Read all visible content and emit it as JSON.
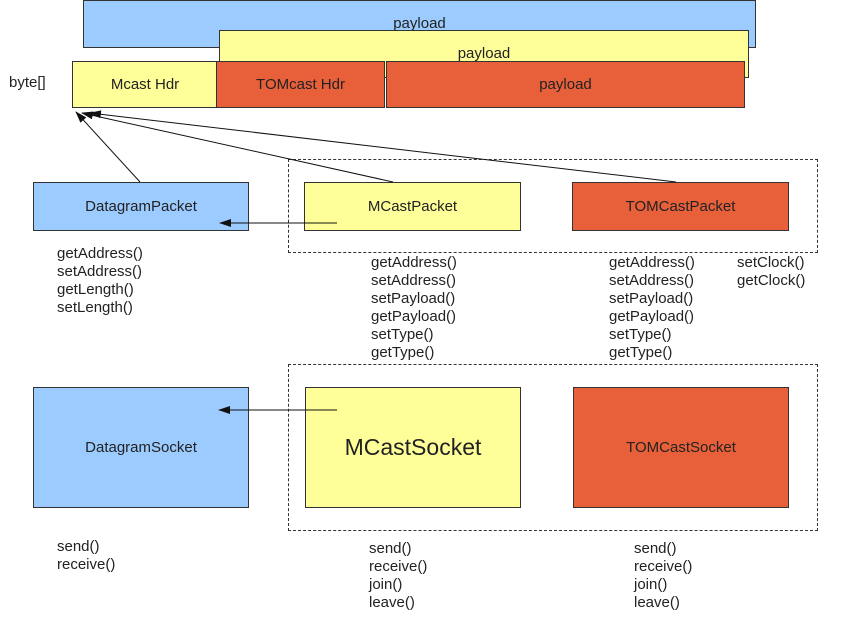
{
  "diagram": {
    "byte_array_label": "byte[]",
    "packet_layers": {
      "top_payload": "payload",
      "mid_payload": "payload",
      "mcast_hdr": "Mcast Hdr",
      "tomcast_hdr": "TOMcast Hdr",
      "bottom_payload": "payload"
    },
    "datagram_packet": {
      "label": "DatagramPacket",
      "methods": [
        "getAddress()",
        "setAddress()",
        "getLength()",
        "setLength()"
      ]
    },
    "mcast_packet": {
      "label": "MCastPacket",
      "methods": [
        "getAddress()",
        "setAddress()",
        "setPayload()",
        "getPayload()",
        "setType()",
        "getType()"
      ]
    },
    "tomcast_packet": {
      "label": "TOMCastPacket",
      "methods": [
        "getAddress()",
        "setAddress()",
        "setPayload()",
        "getPayload()",
        "setType()",
        "getType()"
      ],
      "extra_methods": [
        "setClock()",
        "getClock()"
      ]
    },
    "datagram_socket": {
      "label": "DatagramSocket",
      "methods": [
        "send()",
        "receive()"
      ]
    },
    "mcast_socket": {
      "label": "MCastSocket",
      "methods": [
        "send()",
        "receive()",
        "join()",
        "leave()"
      ]
    },
    "tomcast_socket": {
      "label": "TOMCastSocket",
      "methods": [
        "send()",
        "receive()",
        "join()",
        "leave()"
      ]
    },
    "colors": {
      "blue": "#9ccbff",
      "yellow": "#ffff99",
      "orange": "#e8603a"
    }
  }
}
